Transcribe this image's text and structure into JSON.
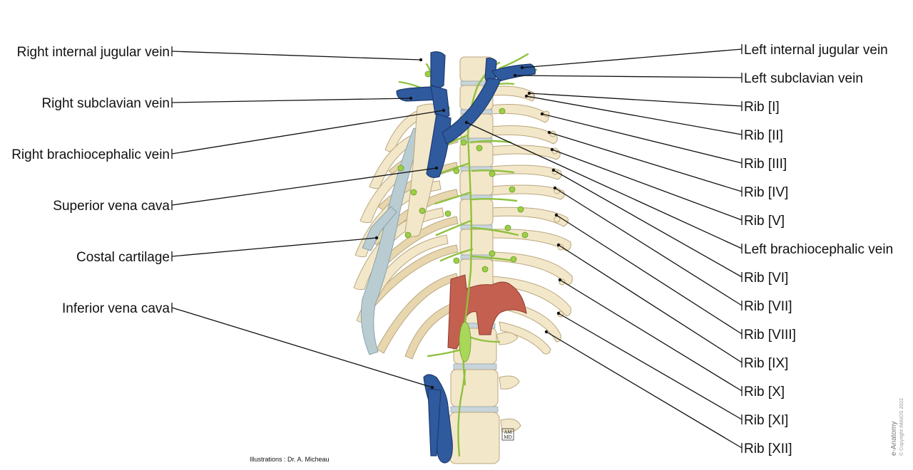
{
  "labels_left": [
    {
      "id": "right-internal-jugular-vein",
      "text": "Right internal jugular vein"
    },
    {
      "id": "right-subclavian-vein",
      "text": "Right subclavian vein"
    },
    {
      "id": "right-brachiocephalic-vein",
      "text": "Right brachiocephalic vein"
    },
    {
      "id": "superior-vena-cava",
      "text": "Superior vena cava"
    },
    {
      "id": "costal-cartilage",
      "text": "Costal cartilage"
    },
    {
      "id": "inferior-vena-cava",
      "text": "Inferior vena cava"
    }
  ],
  "labels_right": [
    {
      "id": "left-internal-jugular-vein",
      "text": "Left internal jugular vein"
    },
    {
      "id": "left-subclavian-vein",
      "text": "Left subclavian vein"
    },
    {
      "id": "rib-1",
      "text": "Rib [I]"
    },
    {
      "id": "rib-2",
      "text": "Rib [II]"
    },
    {
      "id": "rib-3",
      "text": "Rib [III]"
    },
    {
      "id": "rib-4",
      "text": "Rib [IV]"
    },
    {
      "id": "rib-5",
      "text": "Rib [V]"
    },
    {
      "id": "left-brachiocephalic-vein",
      "text": "Left brachiocephalic vein"
    },
    {
      "id": "rib-6",
      "text": "Rib [VI]"
    },
    {
      "id": "rib-7",
      "text": "Rib [VII]"
    },
    {
      "id": "rib-8",
      "text": "Rib [VIII]"
    },
    {
      "id": "rib-9",
      "text": "Rib [IX]"
    },
    {
      "id": "rib-10",
      "text": "Rib [X]"
    },
    {
      "id": "rib-11",
      "text": "Rib [XI]"
    },
    {
      "id": "rib-12",
      "text": "Rib [XII]"
    }
  ],
  "credit": "Illustrations : Dr. A. Micheau",
  "brand": "e-Anatomy",
  "copyright": "© Copyright IMAIOS 2022",
  "monogram": "AM\nMD",
  "colors": {
    "vein": "#2f5a9e",
    "lymphatic": "#8fc13f",
    "bone": "#f3e7c9",
    "cartilage": "#b9ccd2",
    "muscle": "#c4604f"
  }
}
